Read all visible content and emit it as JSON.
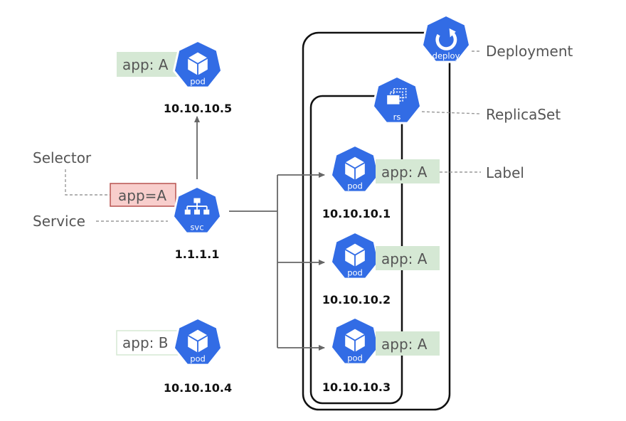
{
  "labels": {
    "deployment": "Deployment",
    "replicaset": "ReplicaSet",
    "label": "Label",
    "selector": "Selector",
    "service": "Service"
  },
  "tags": {
    "pod5": "app: A",
    "selector": "app=A",
    "pod1": "app: A",
    "pod2": "app: A",
    "pod3": "app: A",
    "pod4": "app: B"
  },
  "ips": {
    "pod5": "10.10.10.5",
    "svc": "1.1.1.1",
    "pod1": "10.10.10.1",
    "pod2": "10.10.10.2",
    "pod3": "10.10.10.3",
    "pod4": "10.10.10.4"
  },
  "icon_captions": {
    "pod": "pod",
    "svc": "svc",
    "rs": "rs",
    "deploy": "deploy"
  },
  "colors": {
    "k8s_blue": "#326ce5",
    "tag_green": "#d5e8d4",
    "tag_red": "#f8cecc",
    "tag_red_border": "#b85450"
  }
}
